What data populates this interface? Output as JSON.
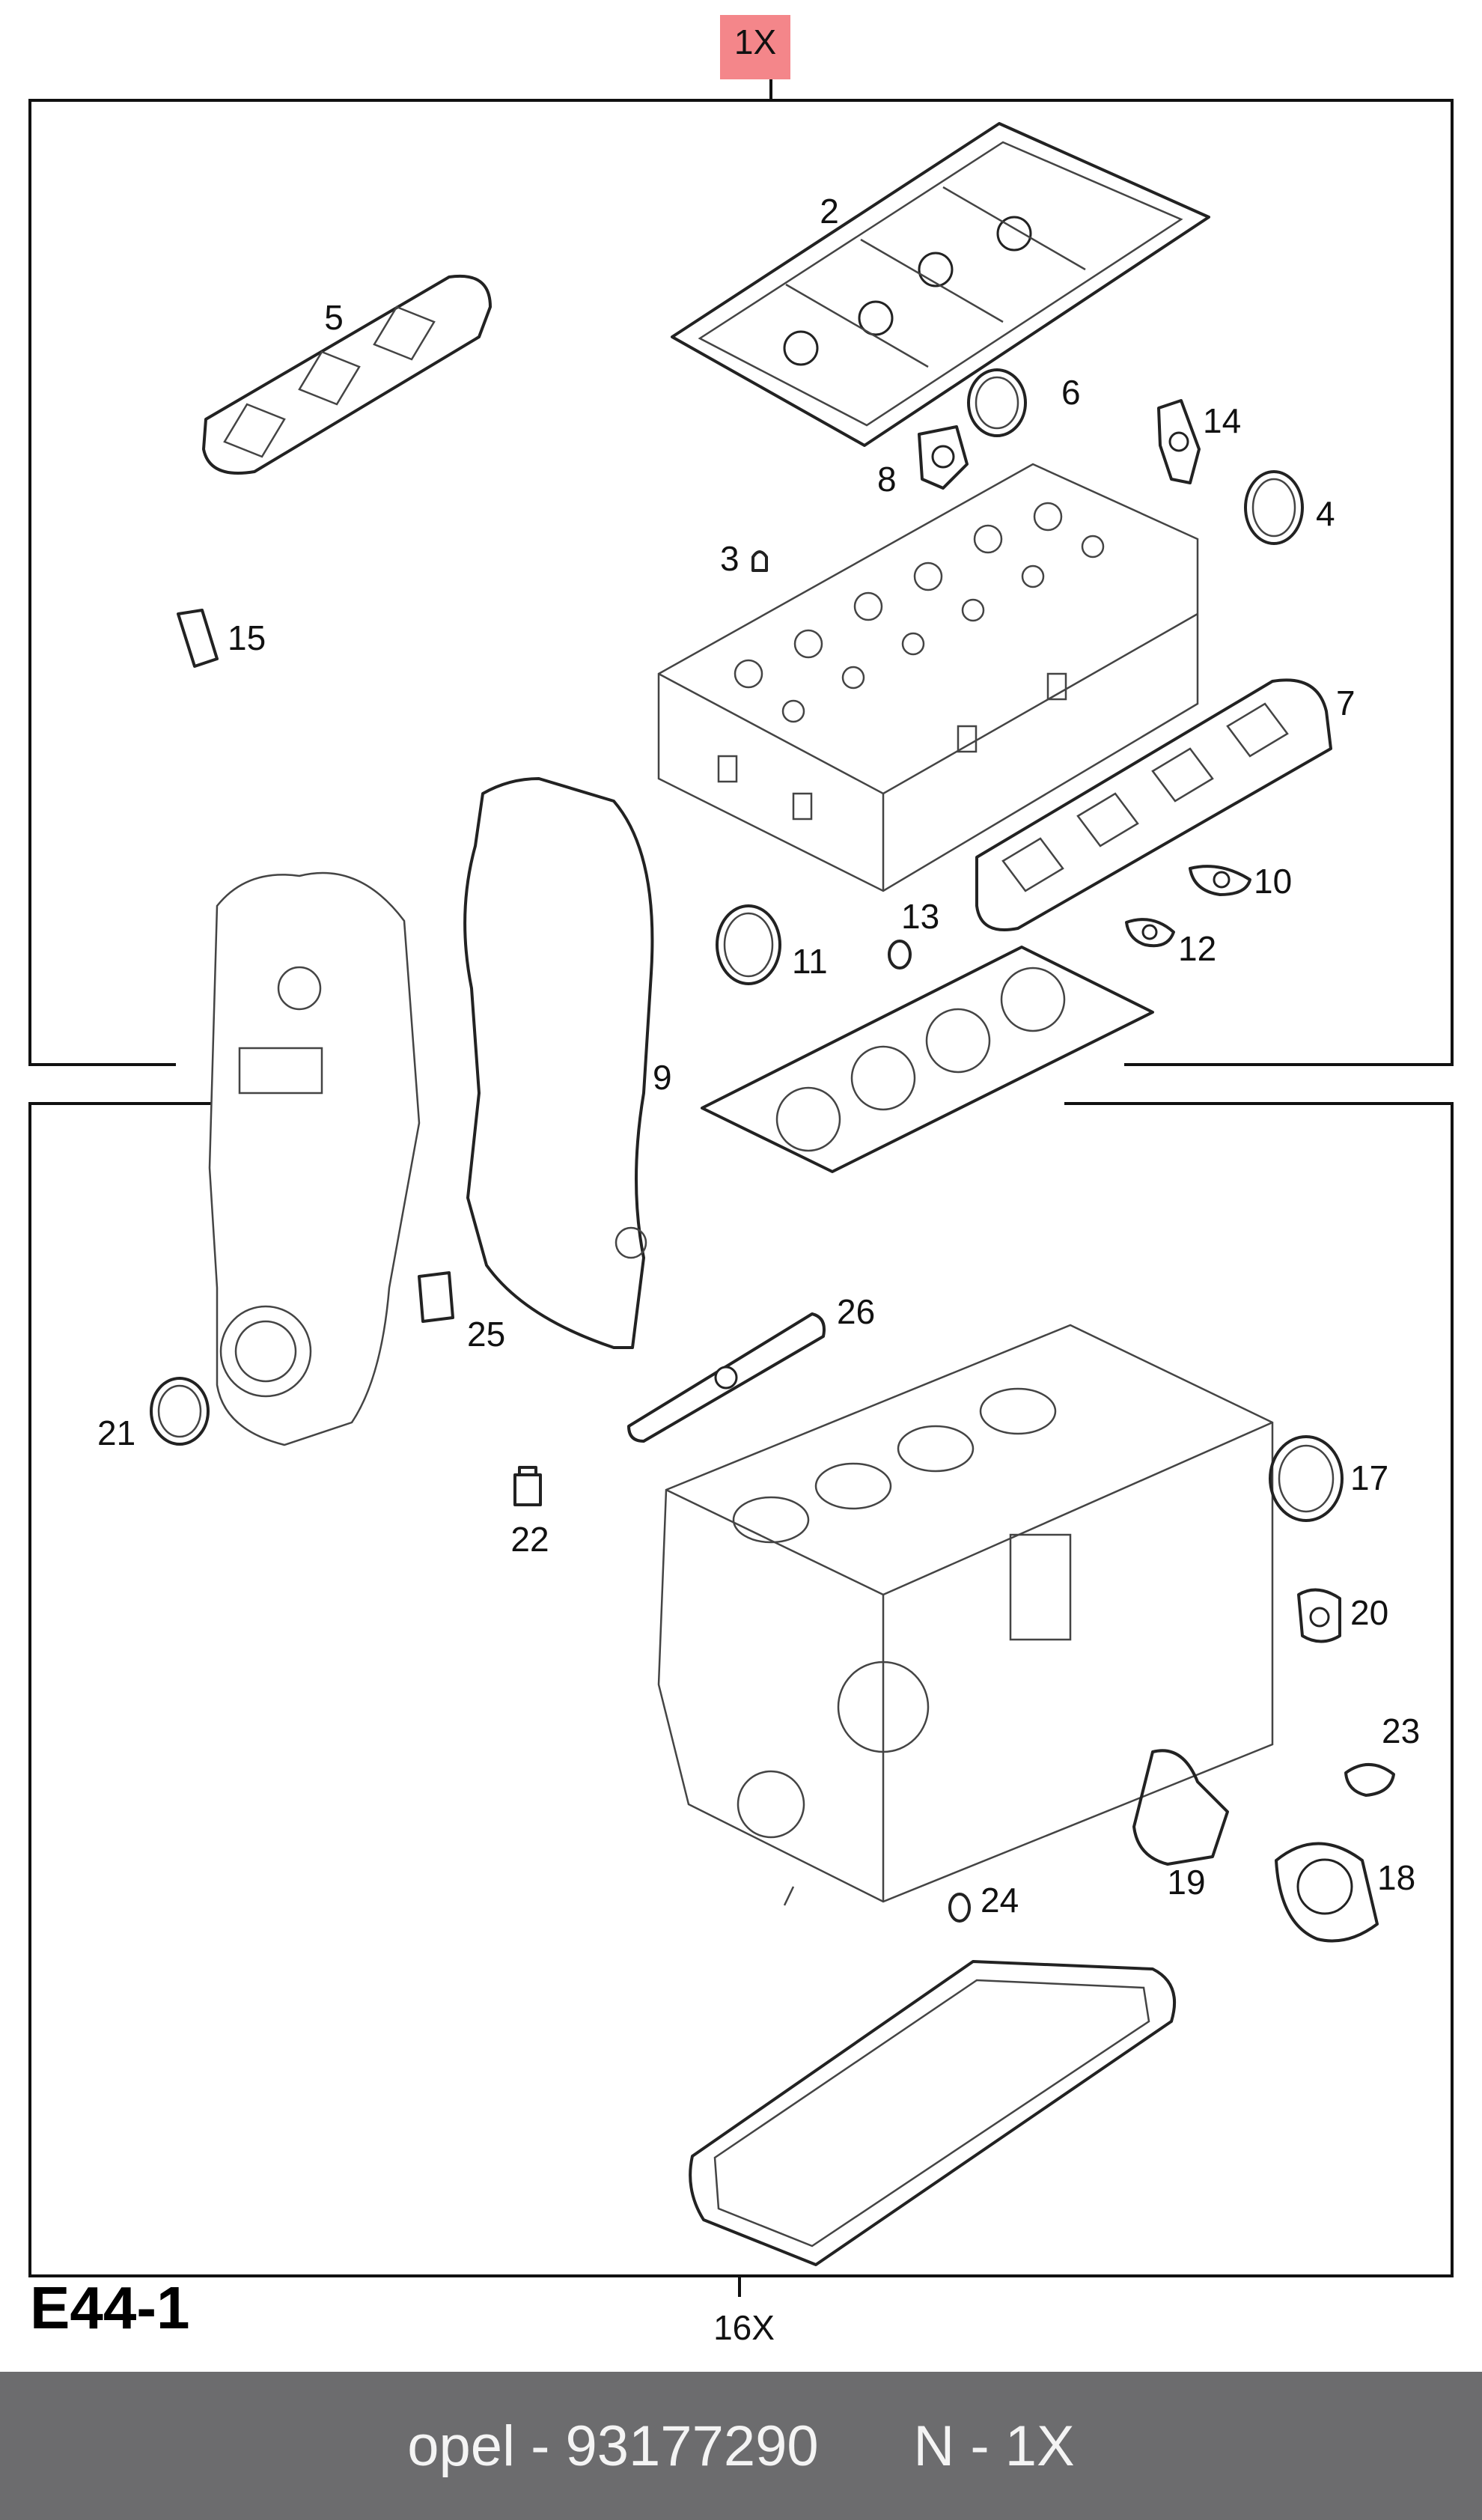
{
  "top_quantity": "1X",
  "bottom_quantity": "16X",
  "diagram_code": "E44-1",
  "colors": {
    "badge": "#f4868a",
    "footer_bg": "#6c6c6e",
    "footer_text": "#f4f4f4"
  },
  "callouts": {
    "c2": "2",
    "c3": "3",
    "c4": "4",
    "c5": "5",
    "c6": "6",
    "c7": "7",
    "c8": "8",
    "c9": "9",
    "c10": "10",
    "c11": "11",
    "c12": "12",
    "c13": "13",
    "c14": "14",
    "c15": "15",
    "c17": "17",
    "c18": "18",
    "c19": "19",
    "c20": "20",
    "c21": "21",
    "c22": "22",
    "c23": "23",
    "c24": "24",
    "c25": "25",
    "c26": "26"
  },
  "footer": {
    "brand": "opel",
    "part_number": "93177290",
    "suffix": "N - 1X"
  }
}
